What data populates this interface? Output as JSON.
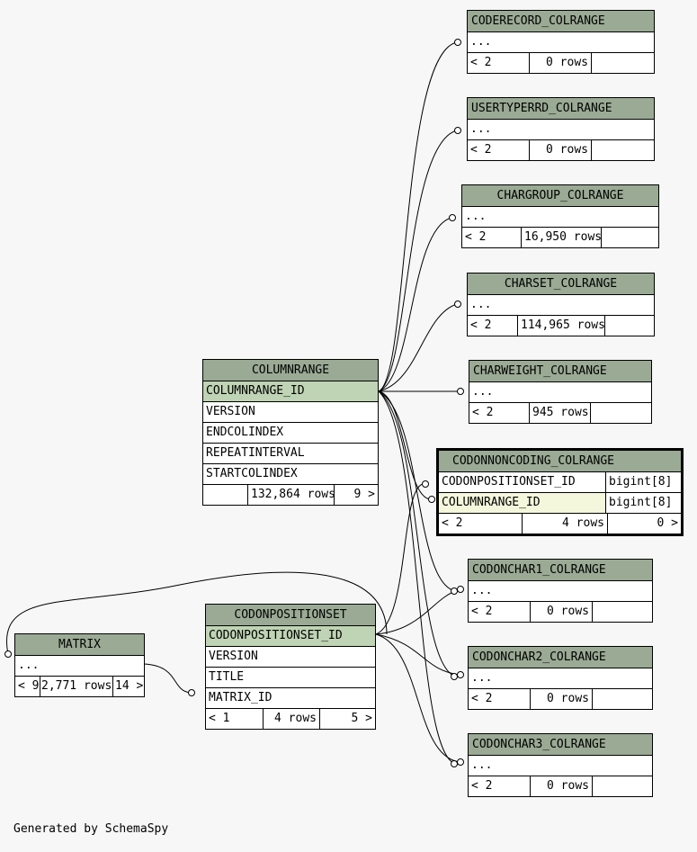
{
  "footer_text": "Generated by SchemaSpy",
  "tables": {
    "coderecord": {
      "name": "CODERECORD_COLRANGE",
      "row": "...",
      "parents": "< 2",
      "rows": "0 rows",
      "children": ""
    },
    "usertyperrd": {
      "name": "USERTYPERRD_COLRANGE",
      "row": "...",
      "parents": "< 2",
      "rows": "0 rows",
      "children": ""
    },
    "chargroup": {
      "name": "CHARGROUP_COLRANGE",
      "row": "...",
      "parents": "< 2",
      "rows": "16,950 rows",
      "children": ""
    },
    "charset": {
      "name": "CHARSET_COLRANGE",
      "row": "...",
      "parents": "< 2",
      "rows": "114,965 rows",
      "children": ""
    },
    "charweight": {
      "name": "CHARWEIGHT_COLRANGE",
      "row": "...",
      "parents": "< 2",
      "rows": "945 rows",
      "children": ""
    },
    "columnrange": {
      "name": "COLUMNRANGE",
      "columns": [
        "COLUMNRANGE_ID",
        "VERSION",
        "ENDCOLINDEX",
        "REPEATINTERVAL",
        "STARTCOLINDEX"
      ],
      "parents": "",
      "rows": "132,864 rows",
      "children": "9 >"
    },
    "codonnoncoding": {
      "name": "CODONNONCODING_COLRANGE",
      "columns": [
        {
          "name": "CODONPOSITIONSET_ID",
          "type": "bigint[8]"
        },
        {
          "name": "COLUMNRANGE_ID",
          "type": "bigint[8]"
        }
      ],
      "parents": "< 2",
      "rows": "4 rows",
      "children": "0 >"
    },
    "codonchar1": {
      "name": "CODONCHAR1_COLRANGE",
      "row": "...",
      "parents": "< 2",
      "rows": "0 rows",
      "children": ""
    },
    "codonchar2": {
      "name": "CODONCHAR2_COLRANGE",
      "row": "...",
      "parents": "< 2",
      "rows": "0 rows",
      "children": ""
    },
    "codonchar3": {
      "name": "CODONCHAR3_COLRANGE",
      "row": "...",
      "parents": "< 2",
      "rows": "0 rows",
      "children": ""
    },
    "codonpositionset": {
      "name": "CODONPOSITIONSET",
      "columns": [
        "CODONPOSITIONSET_ID",
        "VERSION",
        "TITLE",
        "MATRIX_ID"
      ],
      "parents": "< 1",
      "rows": "4 rows",
      "children": "5 >"
    },
    "matrix": {
      "name": "MATRIX",
      "row": "...",
      "parents": "< 9",
      "rows": "2,771 rows",
      "children": "14 >"
    }
  },
  "colors": {
    "header": "#9aaa94",
    "primary_key": "#bfd4b4",
    "foreign_key": "#f5f7dc",
    "background": "#f7f7f7"
  }
}
